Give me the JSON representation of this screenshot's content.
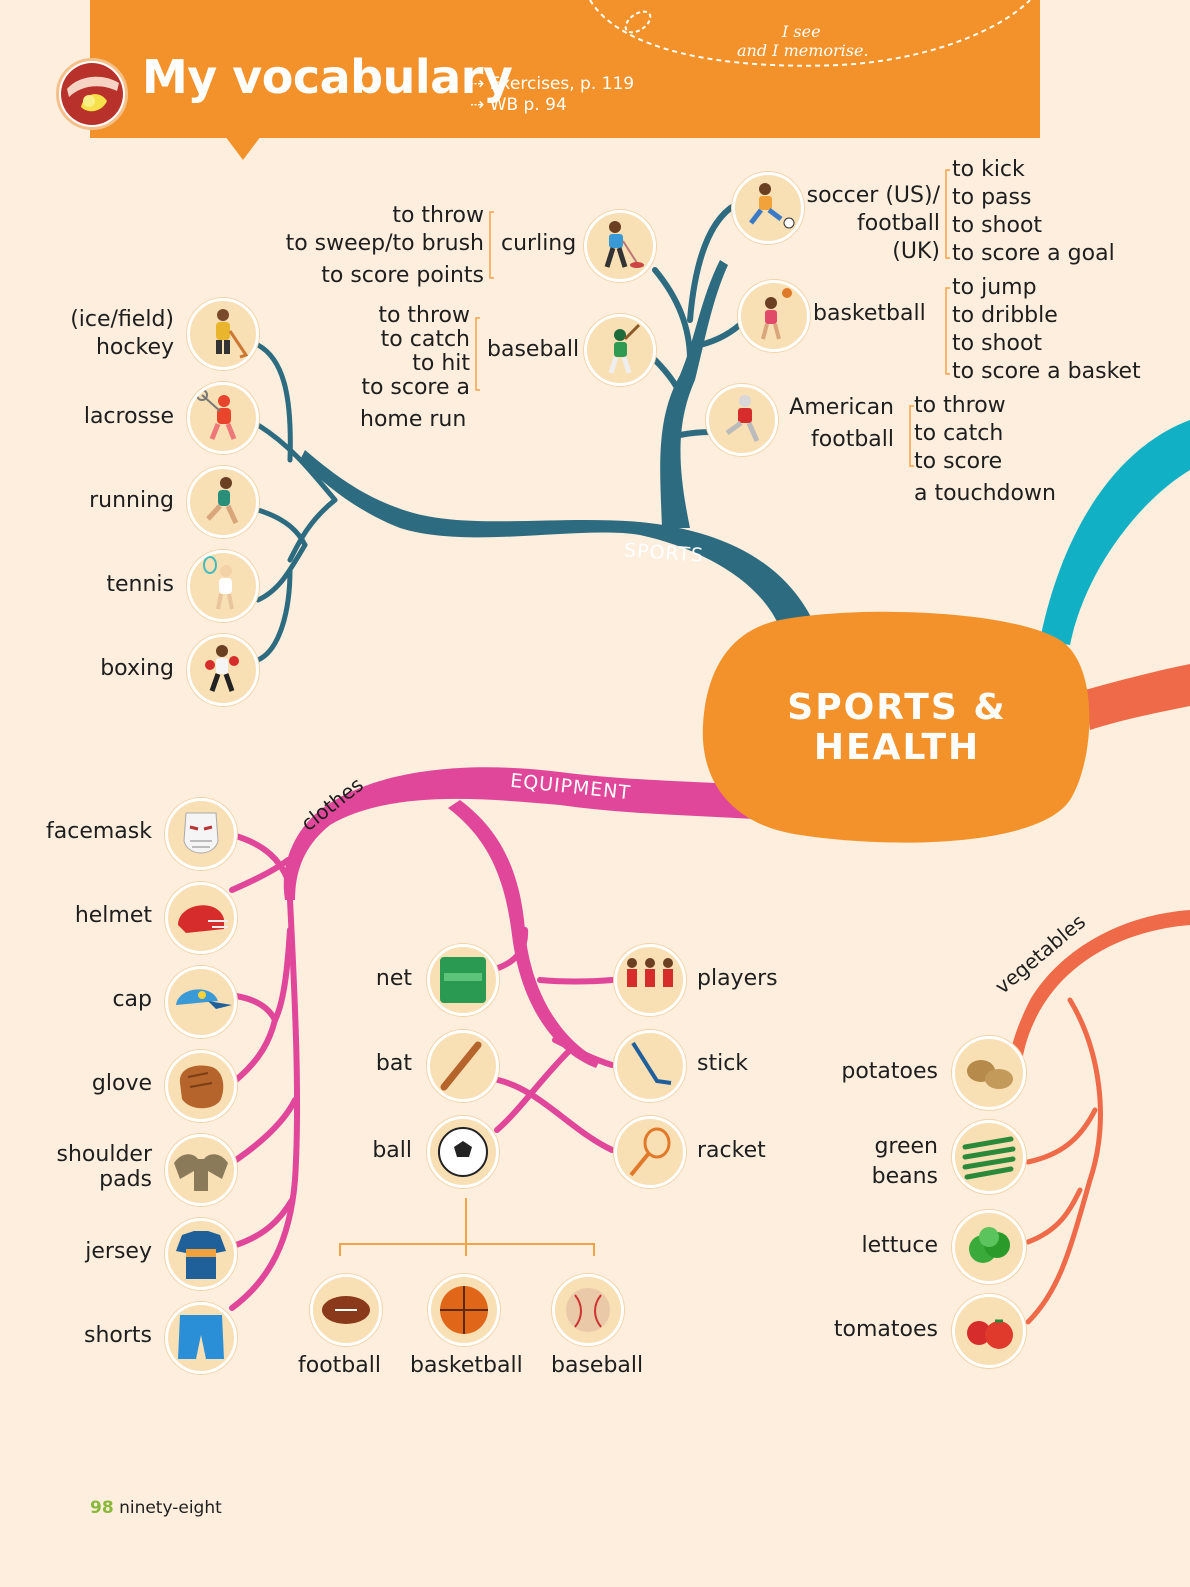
{
  "header": {
    "title": "My vocabulary",
    "refs": [
      "Exercises, p. 119",
      "WB p. 94"
    ],
    "see_line1": "I see",
    "see_line2": "and I memorise."
  },
  "center": {
    "line1": "SPORTS &",
    "line2": "HEALTH"
  },
  "branches": {
    "sports": "SPORTS",
    "equipment": "EQUIPMENT",
    "clothes": "clothes",
    "vegetables": "vegetables"
  },
  "sports_left": [
    "(ice/field)",
    "hockey",
    "lacrosse",
    "running",
    "tennis",
    "boxing"
  ],
  "curling": {
    "label": "curling",
    "verbs": [
      "to throw",
      "to sweep/to brush",
      "to score points"
    ]
  },
  "baseball": {
    "label": "baseball",
    "verbs": [
      "to throw",
      "to catch",
      "to hit",
      "to score a",
      "home run"
    ]
  },
  "soccer": {
    "label": [
      "soccer (US)/",
      "football",
      "(UK)"
    ],
    "verbs": [
      "to kick",
      "to pass",
      "to shoot",
      "to score a goal"
    ]
  },
  "basketball": {
    "label": "basketball",
    "verbs": [
      "to jump",
      "to dribble",
      "to shoot",
      "to score a basket"
    ]
  },
  "american_football": {
    "label": [
      "American",
      "football"
    ],
    "verbs": [
      "to throw",
      "to catch",
      "to score",
      "a touchdown"
    ]
  },
  "clothes_items": [
    "facemask",
    "helmet",
    "cap",
    "glove",
    "shoulder",
    "pads",
    "jersey",
    "shorts"
  ],
  "equipment_left": [
    "net",
    "bat",
    "ball"
  ],
  "equipment_right": [
    "players",
    "stick",
    "racket"
  ],
  "balls": [
    "football",
    "basketball",
    "baseball"
  ],
  "vegetables_items": [
    "potatoes",
    "green",
    "beans",
    "lettuce",
    "tomatoes"
  ],
  "footer": {
    "number": "98",
    "text": "ninety-eight"
  },
  "colors": {
    "orange": "#f3922a",
    "sports": "#2c6b80",
    "equipment": "#e0469a",
    "vegetables": "#ef6a48",
    "teal": "#12b0c4"
  }
}
